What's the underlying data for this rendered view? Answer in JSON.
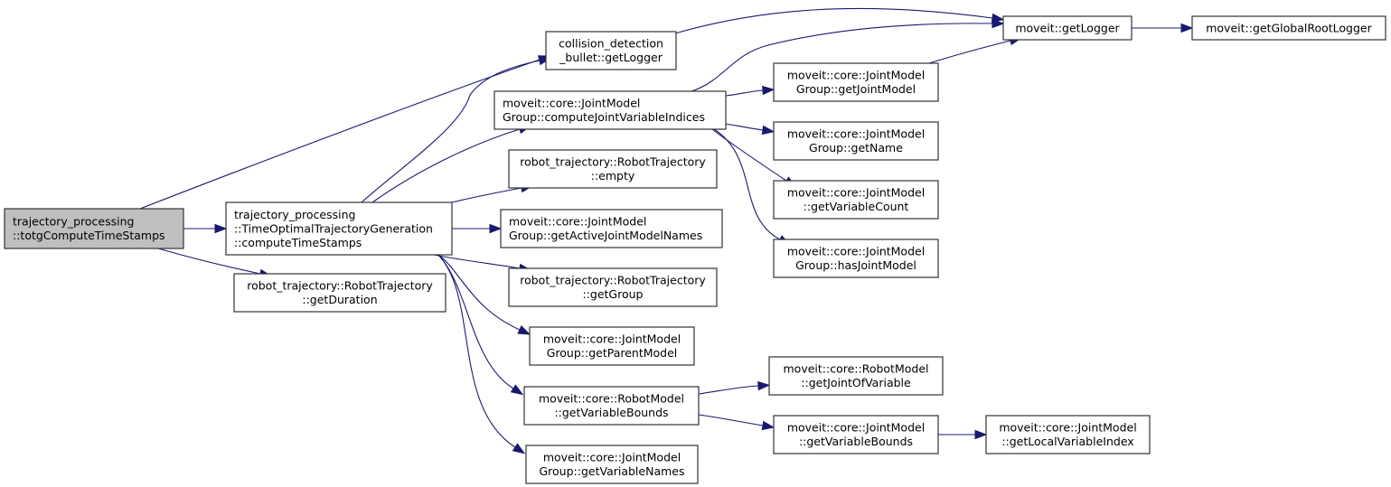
{
  "graph": {
    "type": "call-graph",
    "edge_color": "#191970",
    "root_fill": "#bfbfbf",
    "nodes": [
      {
        "id": "totg",
        "lines": [
          "trajectory_processing",
          "::totgComputeTimeStamps"
        ],
        "root": true,
        "align": "left"
      },
      {
        "id": "computeTS",
        "lines": [
          "trajectory_processing",
          "::TimeOptimalTrajectoryGeneration",
          "::computeTimeStamps"
        ],
        "align": "left"
      },
      {
        "id": "getDuration",
        "lines": [
          "robot_trajectory::RobotTrajectory",
          "::getDuration"
        ]
      },
      {
        "id": "cdbGetLogger",
        "lines": [
          "collision_detection",
          "_bullet::getLogger"
        ]
      },
      {
        "id": "computeJVI",
        "lines": [
          "moveit::core::JointModel",
          "Group::computeJointVariableIndices"
        ],
        "align": "left"
      },
      {
        "id": "rtEmpty",
        "lines": [
          "robot_trajectory::RobotTrajectory",
          "::empty"
        ]
      },
      {
        "id": "getActiveJMN",
        "lines": [
          "moveit::core::JointModel",
          "Group::getActiveJointModelNames"
        ],
        "align": "left"
      },
      {
        "id": "rtGetGroup",
        "lines": [
          "robot_trajectory::RobotTrajectory",
          "::getGroup"
        ]
      },
      {
        "id": "getParentModel",
        "lines": [
          "moveit::core::JointModel",
          "Group::getParentModel"
        ]
      },
      {
        "id": "rmGetVarBounds",
        "lines": [
          "moveit::core::RobotModel",
          "::getVariableBounds"
        ]
      },
      {
        "id": "getVarNames",
        "lines": [
          "moveit::core::JointModel",
          "Group::getVariableNames"
        ]
      },
      {
        "id": "moveitGetLogger",
        "lines": [
          "moveit::getLogger"
        ]
      },
      {
        "id": "getGlobalRootLogger",
        "lines": [
          "moveit::getGlobalRootLogger"
        ]
      },
      {
        "id": "getJointModel",
        "lines": [
          "moveit::core::JointModel",
          "Group::getJointModel"
        ]
      },
      {
        "id": "getName",
        "lines": [
          "moveit::core::JointModel",
          "Group::getName"
        ]
      },
      {
        "id": "getVariableCount",
        "lines": [
          "moveit::core::JointModel",
          "::getVariableCount"
        ]
      },
      {
        "id": "hasJointModel",
        "lines": [
          "moveit::core::JointModel",
          "Group::hasJointModel"
        ]
      },
      {
        "id": "getJointOfVariable",
        "lines": [
          "moveit::core::RobotModel",
          "::getJointOfVariable"
        ]
      },
      {
        "id": "jmGetVarBounds",
        "lines": [
          "moveit::core::JointModel",
          "::getVariableBounds"
        ]
      },
      {
        "id": "getLocalVarIndex",
        "lines": [
          "moveit::core::JointModel",
          "::getLocalVariableIndex"
        ]
      }
    ],
    "edges": [
      {
        "from": "totg",
        "to": "cdbGetLogger"
      },
      {
        "from": "totg",
        "to": "computeTS"
      },
      {
        "from": "totg",
        "to": "getDuration"
      },
      {
        "from": "computeTS",
        "to": "cdbGetLogger"
      },
      {
        "from": "computeTS",
        "to": "computeJVI"
      },
      {
        "from": "computeTS",
        "to": "rtEmpty"
      },
      {
        "from": "computeTS",
        "to": "getActiveJMN"
      },
      {
        "from": "computeTS",
        "to": "rtGetGroup"
      },
      {
        "from": "computeTS",
        "to": "getParentModel"
      },
      {
        "from": "computeTS",
        "to": "rmGetVarBounds"
      },
      {
        "from": "computeTS",
        "to": "getVarNames"
      },
      {
        "from": "cdbGetLogger",
        "to": "moveitGetLogger"
      },
      {
        "from": "computeJVI",
        "to": "moveitGetLogger"
      },
      {
        "from": "computeJVI",
        "to": "getJointModel"
      },
      {
        "from": "computeJVI",
        "to": "getName"
      },
      {
        "from": "computeJVI",
        "to": "getVariableCount"
      },
      {
        "from": "computeJVI",
        "to": "hasJointModel"
      },
      {
        "from": "getJointModel",
        "to": "moveitGetLogger"
      },
      {
        "from": "moveitGetLogger",
        "to": "getGlobalRootLogger"
      },
      {
        "from": "rmGetVarBounds",
        "to": "getJointOfVariable"
      },
      {
        "from": "rmGetVarBounds",
        "to": "jmGetVarBounds"
      },
      {
        "from": "jmGetVarBounds",
        "to": "getLocalVarIndex"
      }
    ]
  }
}
